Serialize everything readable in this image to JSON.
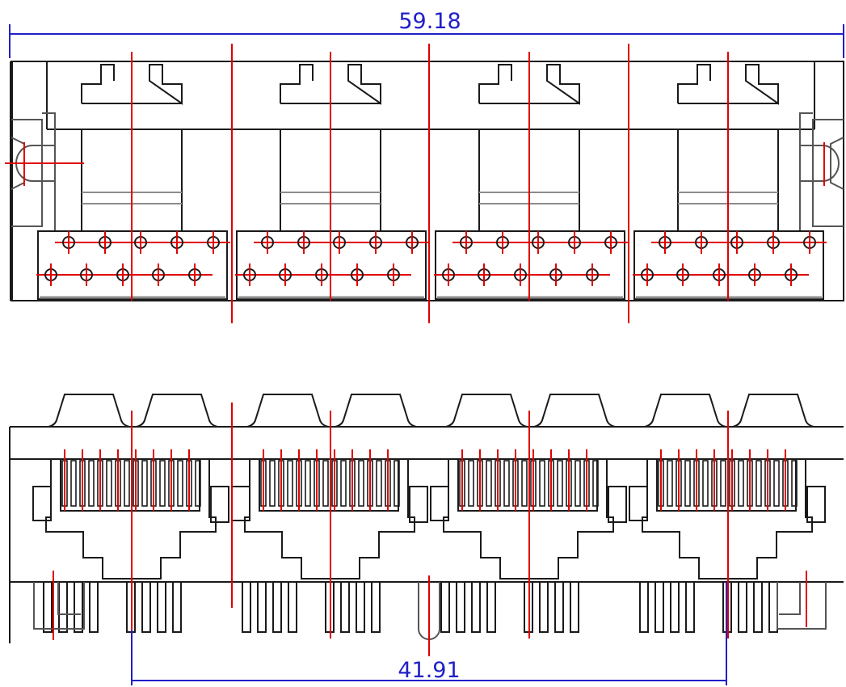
{
  "dimensions": {
    "overall_width": "59.18",
    "pitch_span": "41.91"
  },
  "colors": {
    "outline": "#1a1a1a",
    "gray_outline": "#8c8c8c",
    "centerline": "#e00000",
    "dimension": "#2020c8",
    "background": "#ffffff"
  },
  "ports": {
    "count": 4
  }
}
